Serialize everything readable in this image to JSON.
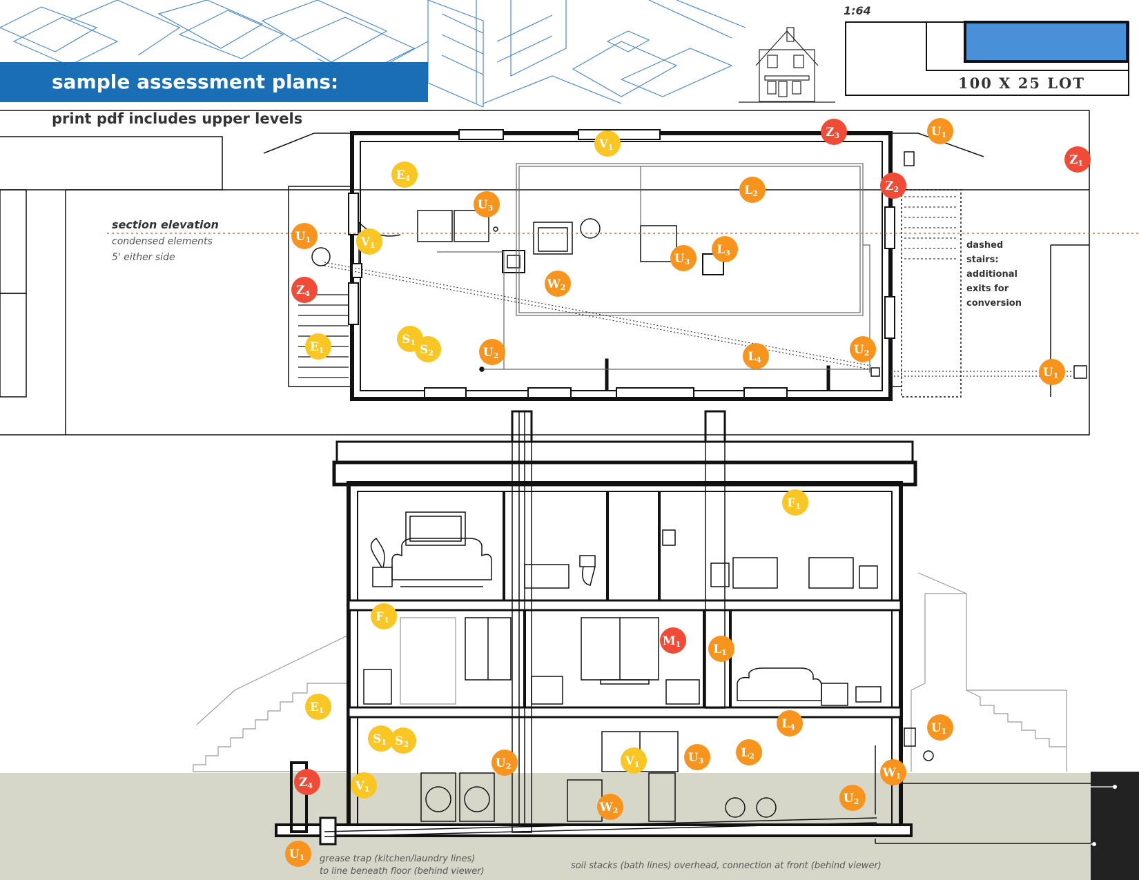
{
  "header": {
    "title": "sample assessment plans: Cottage",
    "subtitle": "print pdf includes upper levels",
    "scale": "1:64",
    "lot_label": "100 X 25 LOT"
  },
  "plan_notes": {
    "section_title": "section elevation",
    "section_line1": "condensed elements",
    "section_line2": "5' either side",
    "stairs_lines": [
      "dashed",
      "stairs:",
      "additional",
      "exits for",
      "conversion"
    ]
  },
  "section_notes": {
    "grease_line1": "grease trap (kitchen/laundry lines)",
    "grease_line2": "to line beneath floor (behind viewer)",
    "soil_stacks": "soil stacks (bath lines) overhead, connection at front (behind viewer)"
  },
  "colors": {
    "banner": "#1a6eb5",
    "lot_fill": "#4a90d9",
    "red": "#ef4b36",
    "orange": "#f7941d",
    "yellow": "#f9c623",
    "ground": "#d6d7c9"
  },
  "markers": {
    "plan": [
      {
        "letter": "V",
        "sub": "1",
        "color": "yellow"
      },
      {
        "letter": "Z",
        "sub": "3",
        "color": "red"
      },
      {
        "letter": "U",
        "sub": "1",
        "color": "orange"
      },
      {
        "letter": "Z",
        "sub": "1",
        "color": "red"
      },
      {
        "letter": "E",
        "sub": "4",
        "color": "yellow"
      },
      {
        "letter": "Z",
        "sub": "2",
        "color": "red"
      },
      {
        "letter": "L",
        "sub": "2",
        "color": "orange"
      },
      {
        "letter": "U",
        "sub": "3",
        "color": "orange"
      },
      {
        "letter": "U",
        "sub": "1",
        "color": "orange"
      },
      {
        "letter": "V",
        "sub": "1",
        "color": "yellow"
      },
      {
        "letter": "L",
        "sub": "3",
        "color": "orange"
      },
      {
        "letter": "U",
        "sub": "3",
        "color": "orange"
      },
      {
        "letter": "W",
        "sub": "2",
        "color": "orange"
      },
      {
        "letter": "Z",
        "sub": "4",
        "color": "red"
      },
      {
        "letter": "E",
        "sub": "1",
        "color": "yellow"
      },
      {
        "letter": "S",
        "sub": "1",
        "color": "yellow"
      },
      {
        "letter": "S",
        "sub": "2",
        "color": "yellow"
      },
      {
        "letter": "U",
        "sub": "2",
        "color": "orange"
      },
      {
        "letter": "L",
        "sub": "4",
        "color": "orange"
      },
      {
        "letter": "U",
        "sub": "2",
        "color": "orange"
      },
      {
        "letter": "U",
        "sub": "1",
        "color": "orange"
      }
    ],
    "section": [
      {
        "letter": "F",
        "sub": "1",
        "color": "yellow"
      },
      {
        "letter": "F",
        "sub": "1",
        "color": "yellow"
      },
      {
        "letter": "M",
        "sub": "1",
        "color": "red"
      },
      {
        "letter": "L",
        "sub": "1",
        "color": "orange"
      },
      {
        "letter": "E",
        "sub": "1",
        "color": "yellow"
      },
      {
        "letter": "L",
        "sub": "4",
        "color": "orange"
      },
      {
        "letter": "U",
        "sub": "1",
        "color": "orange"
      },
      {
        "letter": "S",
        "sub": "1",
        "color": "yellow"
      },
      {
        "letter": "S",
        "sub": "2",
        "color": "yellow"
      },
      {
        "letter": "U",
        "sub": "2",
        "color": "orange"
      },
      {
        "letter": "V",
        "sub": "1",
        "color": "yellow"
      },
      {
        "letter": "U",
        "sub": "3",
        "color": "orange"
      },
      {
        "letter": "L",
        "sub": "2",
        "color": "orange"
      },
      {
        "letter": "W",
        "sub": "1",
        "color": "orange"
      },
      {
        "letter": "Z",
        "sub": "4",
        "color": "red"
      },
      {
        "letter": "V",
        "sub": "1",
        "color": "yellow"
      },
      {
        "letter": "U",
        "sub": "2",
        "color": "orange"
      },
      {
        "letter": "W",
        "sub": "2",
        "color": "orange"
      },
      {
        "letter": "U",
        "sub": "1",
        "color": "orange"
      }
    ]
  }
}
